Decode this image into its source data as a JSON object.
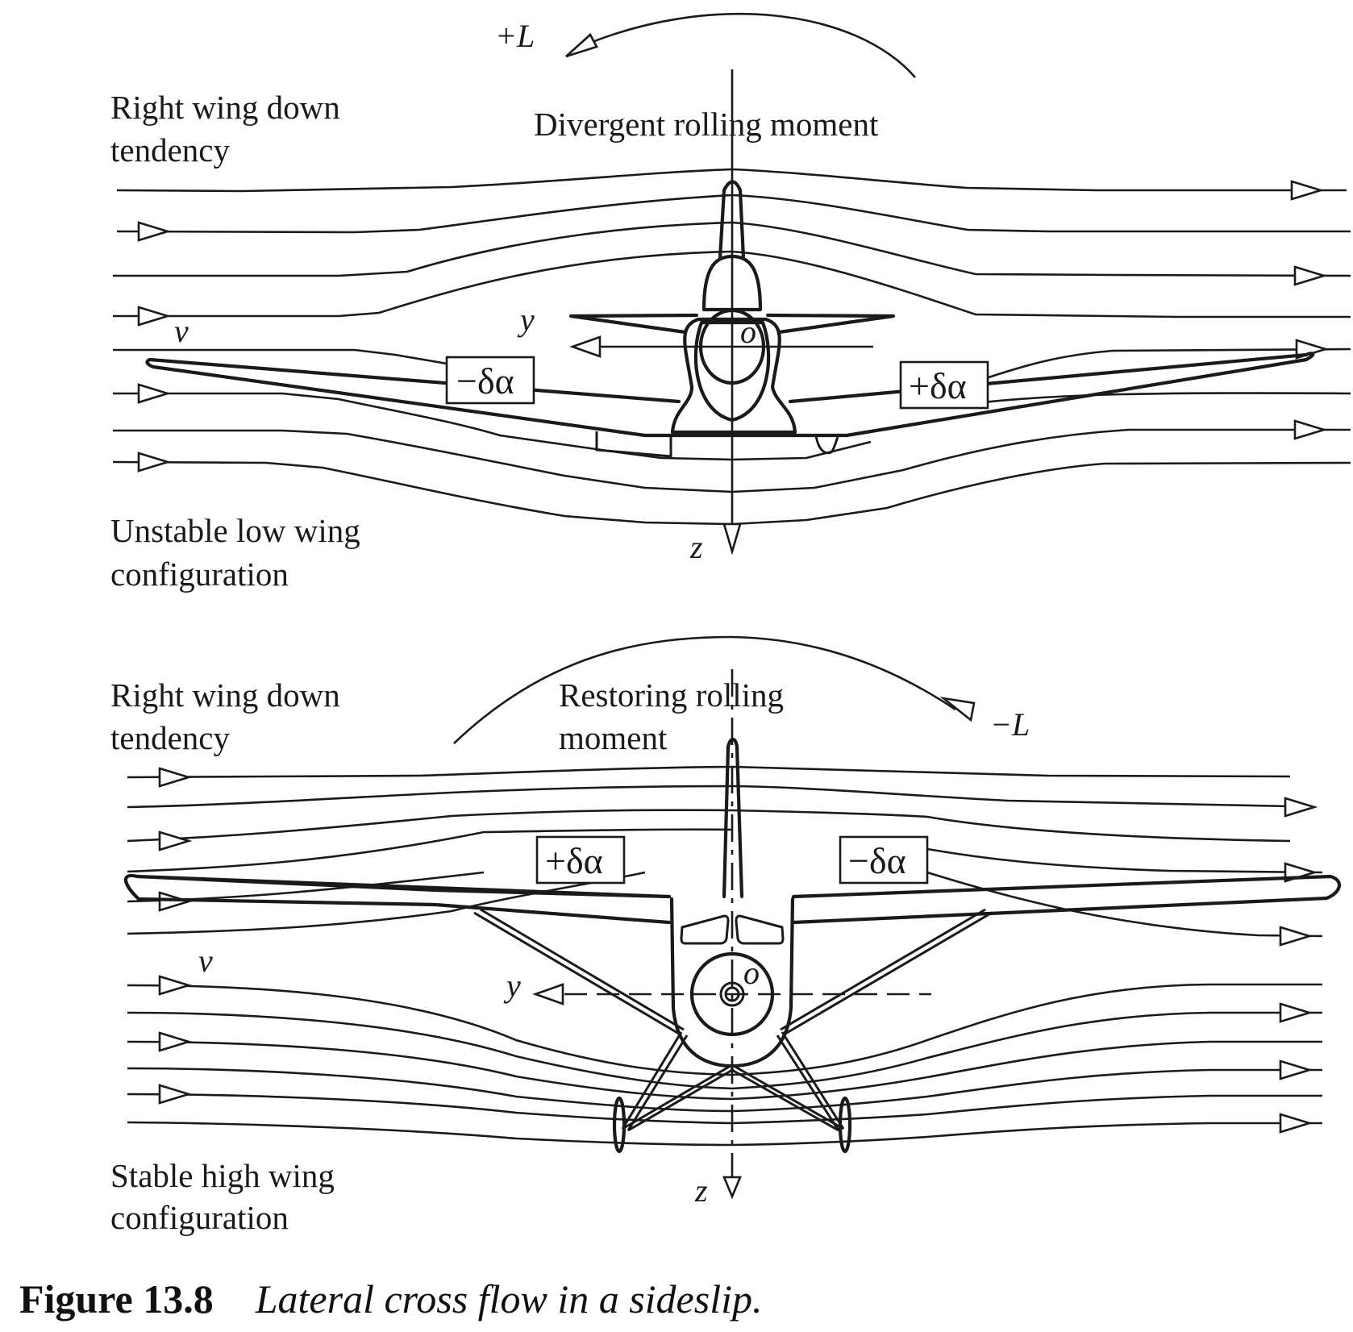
{
  "figure": {
    "number": "Figure 13.8",
    "caption": "Lateral cross flow in a sideslip."
  },
  "top_panel": {
    "configuration_label": [
      "Unstable low wing",
      "configuration"
    ],
    "tendency_label": [
      "Right wing down",
      "tendency"
    ],
    "moment_label": "Divergent rolling moment",
    "moment_symbol": "+L",
    "sideslip_velocity_symbol": "v",
    "axis_y": "y",
    "axis_z": "z",
    "origin": "o",
    "left_wing_delta": "−δα",
    "right_wing_delta": "+δα"
  },
  "bottom_panel": {
    "configuration_label": [
      "Stable high wing",
      "configuration"
    ],
    "tendency_label": [
      "Right wing down",
      "tendency"
    ],
    "moment_label": [
      "Restoring rolling",
      "moment"
    ],
    "moment_symbol": "−L",
    "sideslip_velocity_symbol": "v",
    "axis_y": "y",
    "axis_z": "z",
    "origin": "o",
    "left_wing_delta": "+δα",
    "right_wing_delta": "−δα"
  }
}
